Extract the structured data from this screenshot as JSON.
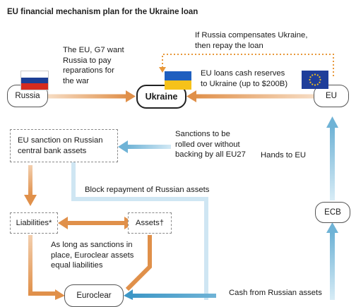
{
  "title": "EU financial mechanism plan for the Ukraine loan",
  "nodes": {
    "russia": "Russia",
    "ukraine": "Ukraine",
    "eu": "EU",
    "ecb": "ECB",
    "euroclear": "Euroclear",
    "sanction": [
      "EU sanction on Russian",
      "central bank assets"
    ],
    "liabilities": "Liabilities*",
    "assets": "Assets†"
  },
  "labels": {
    "g7_want": [
      "The EU, G7 want",
      "Russia to pay",
      "reparations for",
      "the war"
    ],
    "compensate": [
      "If Russia compensates Ukraine,",
      "then repay the loan"
    ],
    "eu_loans": [
      "EU loans cash reserves",
      "to Ukraine (up to $200B)"
    ],
    "sanctions_rolled": [
      "Sanctions to be",
      "rolled over without",
      "backing by all EU27"
    ],
    "hands_to_eu": "Hands to EU",
    "block_repayment": "Block repayment of Russian assets",
    "as_long_as": [
      "As long as sanctions in",
      "place, Euroclear assets",
      "equal liabilities"
    ],
    "cash_from": "Cash from Russian assets"
  },
  "colors": {
    "orange": "#e0904a",
    "dotted_orange": "#e8983a",
    "blue": "#6fb3d6",
    "light_blue": "#a9d4ea",
    "flag_blue": "#1f3e9a",
    "flag_yellow": "#f6c21a",
    "russia_red": "#d52b1e",
    "russia_blue": "#1c3f95"
  }
}
